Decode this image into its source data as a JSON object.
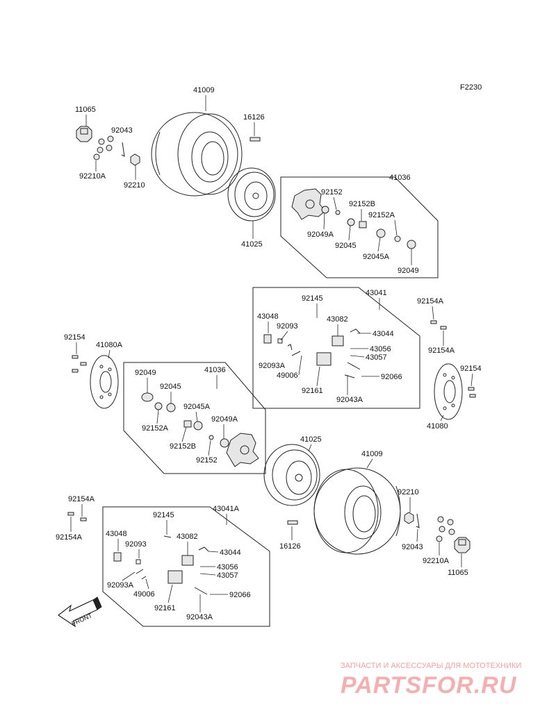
{
  "figure_code": "F2230",
  "parts_top": {
    "tire": "41009",
    "valve": "16126",
    "rim": "41025",
    "cap": "11065",
    "cotter_pin": "92043",
    "nut_a": "92210A",
    "nut": "92210"
  },
  "hub_box_top": {
    "assembly": "41036",
    "items": [
      "92152",
      "92152B",
      "92152A",
      "92049A",
      "92045",
      "92045A",
      "92049"
    ]
  },
  "caliper_box_right": {
    "assembly": "43041",
    "items": [
      "92145",
      "43048",
      "92093",
      "43082",
      "43044",
      "43056",
      "43057",
      "92093A",
      "49006",
      "92161",
      "92066",
      "92043A"
    ]
  },
  "disc_left": {
    "disc": "41080A",
    "bolt": "92154"
  },
  "disc_right": {
    "bolt_a_top": "92154A",
    "bolt_a_bottom": "92154A",
    "bolt": "92154",
    "disc": "41080"
  },
  "hub_box_left": {
    "assembly": "41036",
    "items": [
      "92049",
      "92045",
      "92045A",
      "92152A",
      "92049A",
      "92152B",
      "92152"
    ]
  },
  "parts_bottom": {
    "rim": "41025",
    "tire": "41009",
    "nut": "92210",
    "valve": "16126",
    "cotter_pin": "92043",
    "nut_a": "92210A",
    "cap": "11065"
  },
  "caliper_box_left": {
    "assembly": "43041A",
    "bolt_a_top": "92154A",
    "bolt_a_bottom": "92154A",
    "items": [
      "92145",
      "43048",
      "92093",
      "43082",
      "43044",
      "92093A",
      "43056",
      "43057",
      "49006",
      "92066",
      "92161",
      "92043A"
    ]
  },
  "front_arrow": "FRONT",
  "watermark": {
    "line1": "ЗАПЧАСТИ И АКСЕССУАРЫ ДЛЯ МОТОТЕХНИКИ",
    "line2": "PARTSFOR.RU"
  },
  "colors": {
    "ink": "#222222",
    "watermark": "#f0a0a0"
  }
}
